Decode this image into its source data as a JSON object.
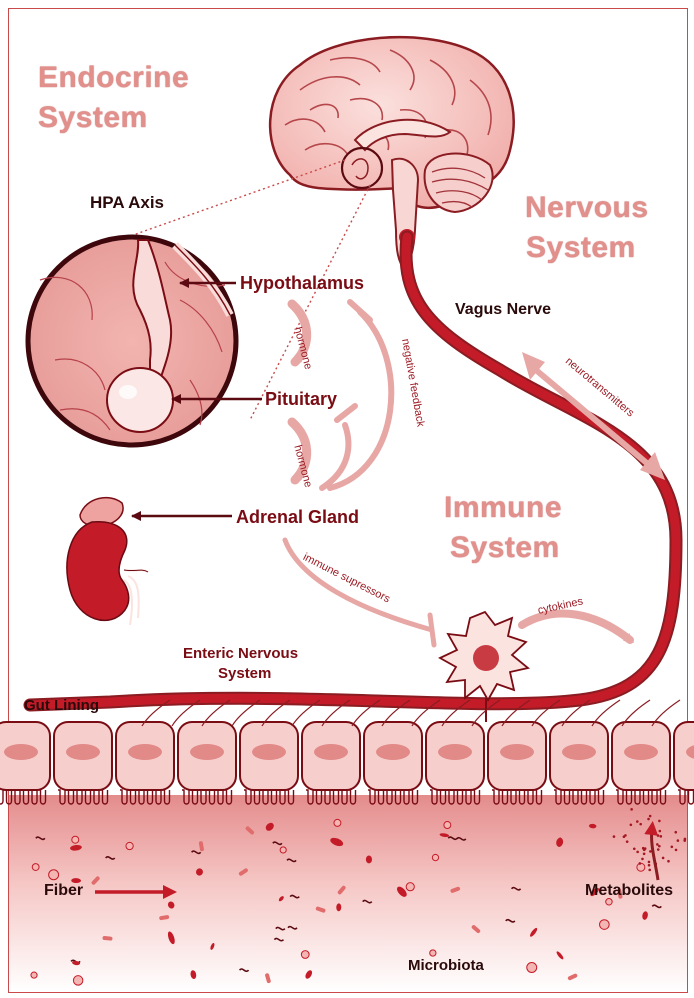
{
  "systems": {
    "endocrine": [
      "Endocrine",
      "System"
    ],
    "nervous": [
      "Nervous",
      "System"
    ],
    "immune": [
      "Immune",
      "System"
    ]
  },
  "labels": {
    "hpa_axis": "HPA Axis",
    "hypothalamus": "Hypothalamus",
    "pituitary": "Pituitary",
    "adrenal_gland": "Adrenal Gland",
    "vagus_nerve": "Vagus Nerve",
    "enteric_nervous_system": [
      "Enteric Nervous",
      "System"
    ],
    "gut_lining": "Gut Lining",
    "fiber": "Fiber",
    "metabolites": "Metabolites",
    "microbiota": "Microbiota"
  },
  "arrow_labels": {
    "hormone_1": "hormone",
    "hormone_2": "hormone",
    "negative_feedback": "negative feedback",
    "neurotransmitters": "neurotransmitters",
    "immune_supressors": "immune supressors",
    "cytokines": "cytokines"
  },
  "colors": {
    "dark_red": "#7a0c14",
    "vagus_red": "#c41b28",
    "salmon": "#e2908c",
    "light_pink": "#f6cfcd",
    "arrow_pink": "#e7a7a5"
  }
}
